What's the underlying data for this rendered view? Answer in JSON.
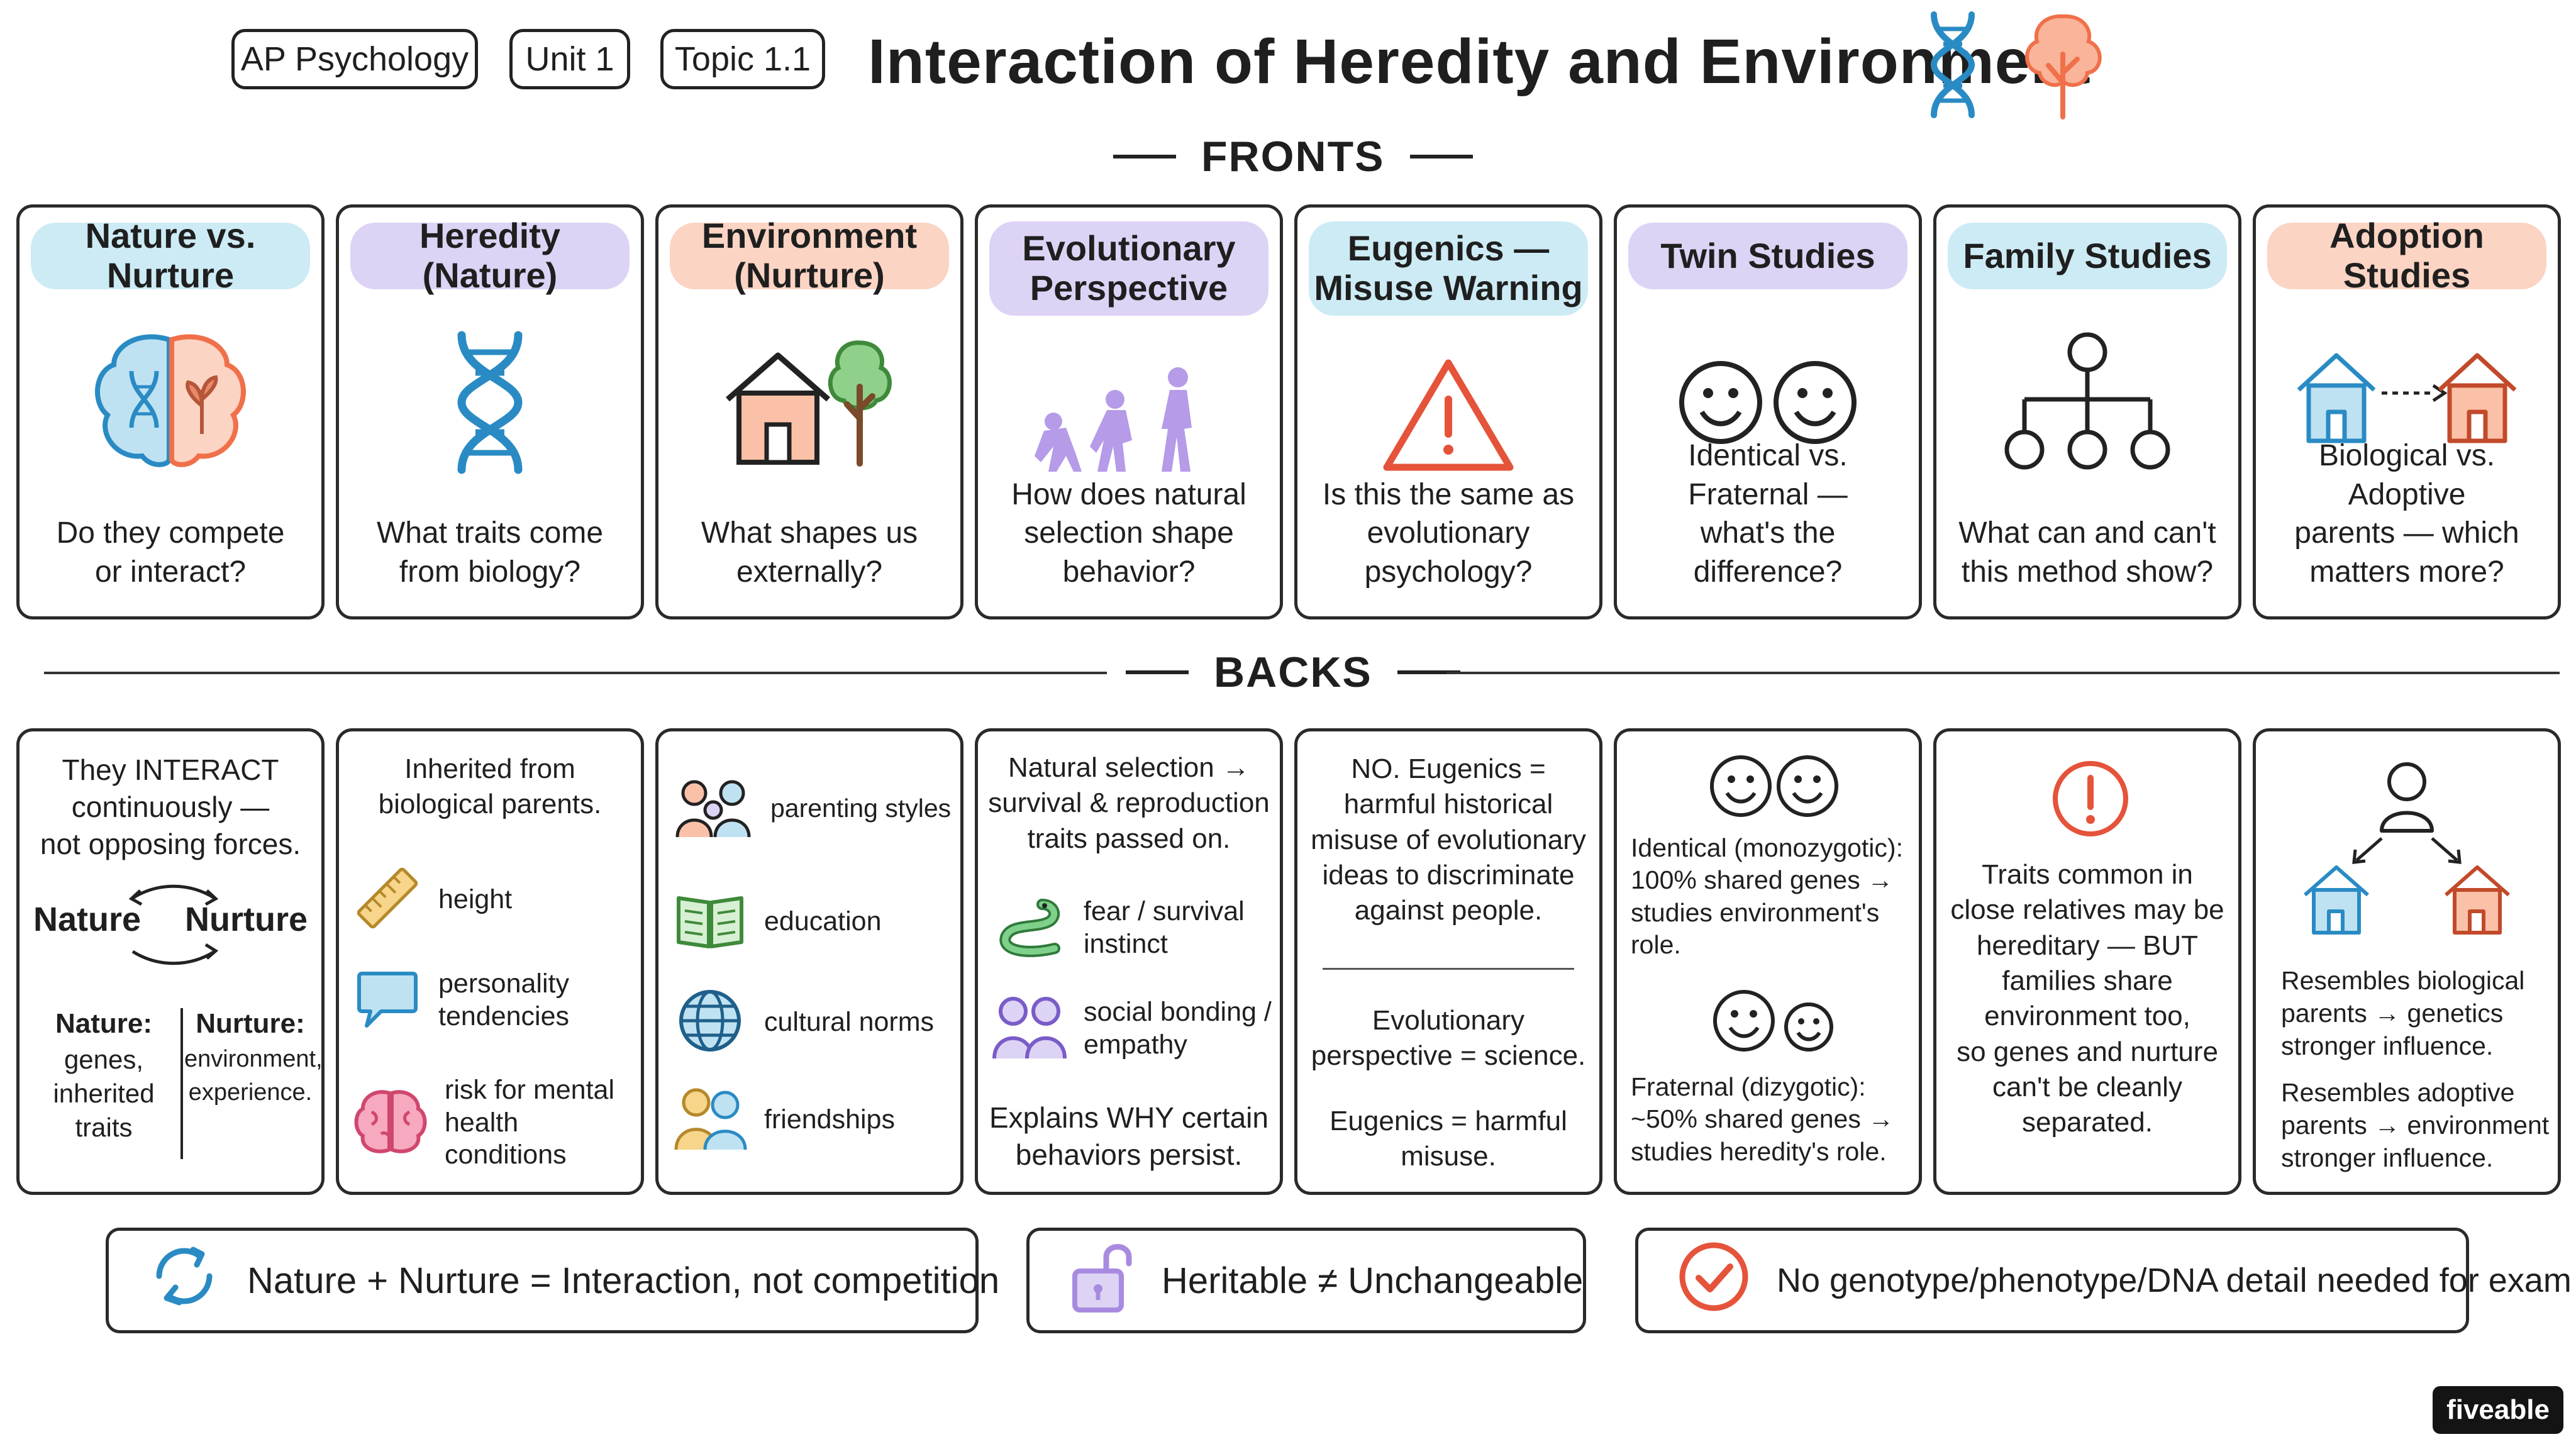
{
  "header": {
    "pills": [
      "AP Psychology",
      "Unit 1",
      "Topic 1.1"
    ],
    "title": "Interaction of Heredity and Environment"
  },
  "sections": {
    "fronts": "FRONTS",
    "backs": "BACKS"
  },
  "fronts": [
    {
      "title": "Nature vs. Nurture",
      "question": "Do they compete\nor interact?",
      "icon": "brain-dna-plant-icon",
      "accent": "#cdebf5"
    },
    {
      "title": "Heredity (Nature)",
      "question": "What traits come\nfrom biology?",
      "icon": "dna-icon",
      "accent": "#ddd3f5"
    },
    {
      "title": "Environment (Nurture)",
      "question": "What shapes us\nexternally?",
      "icon": "house-tree-icon",
      "accent": "#fbd4c3"
    },
    {
      "title": "Evolutionary\nPerspective",
      "question": "How does natural\nselection shape\nbehavior?",
      "icon": "evolution-icon",
      "accent": "#ddd3f5"
    },
    {
      "title": "Eugenics —\nMisuse Warning",
      "question": "Is this the same as\nevolutionary\npsychology?",
      "icon": "warning-icon",
      "accent": "#cdebf5"
    },
    {
      "title": "Twin Studies",
      "question": "Identical vs. Fraternal —\nwhat's the difference?",
      "icon": "twin-faces-icon",
      "accent": "#ddd3f5"
    },
    {
      "title": "Family Studies",
      "question": "What can and can't\nthis method show?",
      "icon": "family-tree-icon",
      "accent": "#cdebf5"
    },
    {
      "title": "Adoption Studies",
      "question": "Biological vs. Adoptive\nparents — which\nmatters more?",
      "icon": "adoption-houses-icon",
      "accent": "#fbd4c3"
    }
  ],
  "backs": {
    "nature_nurture": {
      "intro": "They INTERACT\ncontinuously —\nnot opposing forces.",
      "left_word": "Nature",
      "right_word": "Nurture",
      "left_def_title": "Nature:",
      "left_def": "genes,\ninherited\ntraits",
      "right_def_title": "Nurture:",
      "right_def": "environment,\nexperience."
    },
    "heredity": {
      "intro": "Inherited from\nbiological parents.",
      "items": [
        {
          "label": "height",
          "icon": "ruler-icon"
        },
        {
          "label": "personality\ntendencies",
          "icon": "speech-bubble-icon"
        },
        {
          "label": "risk for mental\nhealth conditions",
          "icon": "brain-icon"
        }
      ]
    },
    "environment": {
      "items": [
        {
          "label": "parenting styles",
          "icon": "family-icon"
        },
        {
          "label": "education",
          "icon": "book-icon"
        },
        {
          "label": "cultural norms",
          "icon": "globe-icon"
        },
        {
          "label": "friendships",
          "icon": "friends-icon"
        }
      ]
    },
    "evolutionary": {
      "intro": "Natural selection →\nsurvival & reproduction\ntraits passed on.",
      "items": [
        {
          "label": "fear / survival\ninstinct",
          "icon": "snake-icon"
        },
        {
          "label": "social bonding /\nempathy",
          "icon": "people-icon"
        }
      ],
      "outro": "Explains WHY certain\nbehaviors persist."
    },
    "eugenics": {
      "intro": "NO. Eugenics =\nharmful historical\nmisuse of evolutionary\nideas to discriminate\nagainst people.",
      "line1": "Evolutionary\nperspective = science.",
      "line2": "Eugenics = harmful\nmisuse."
    },
    "twins": {
      "identical": "Identical (monozygotic):\n100% shared genes →\nstudies environment's\nrole.",
      "fraternal": "Fraternal (dizygotic):\n~50% shared genes →\nstudies heredity's role."
    },
    "family": {
      "text": "Traits common in\nclose relatives may be\nhereditary — BUT\nfamilies share\nenvironment too,\nso genes and nurture\ncan't be cleanly\nseparated."
    },
    "adoption": {
      "bio": "Resembles biological\nparents → genetics\nstronger influence.",
      "adoptive": "Resembles adoptive\nparents → environment\nstronger influence."
    }
  },
  "takeaways": [
    {
      "text": "Nature + Nurture = Interaction, not competition",
      "icon": "cycle-arrows-icon"
    },
    {
      "text": "Heritable ≠ Unchangeable",
      "icon": "unlock-icon"
    },
    {
      "text": "No genotype/phenotype/DNA detail needed for exam",
      "icon": "check-circle-icon"
    }
  ],
  "brand": "fiveable",
  "colors": {
    "blue": "#2a8bc4",
    "purple": "#a88be0",
    "orange": "#f0704a",
    "red": "#e5533a",
    "ink": "#1f1f1f"
  }
}
